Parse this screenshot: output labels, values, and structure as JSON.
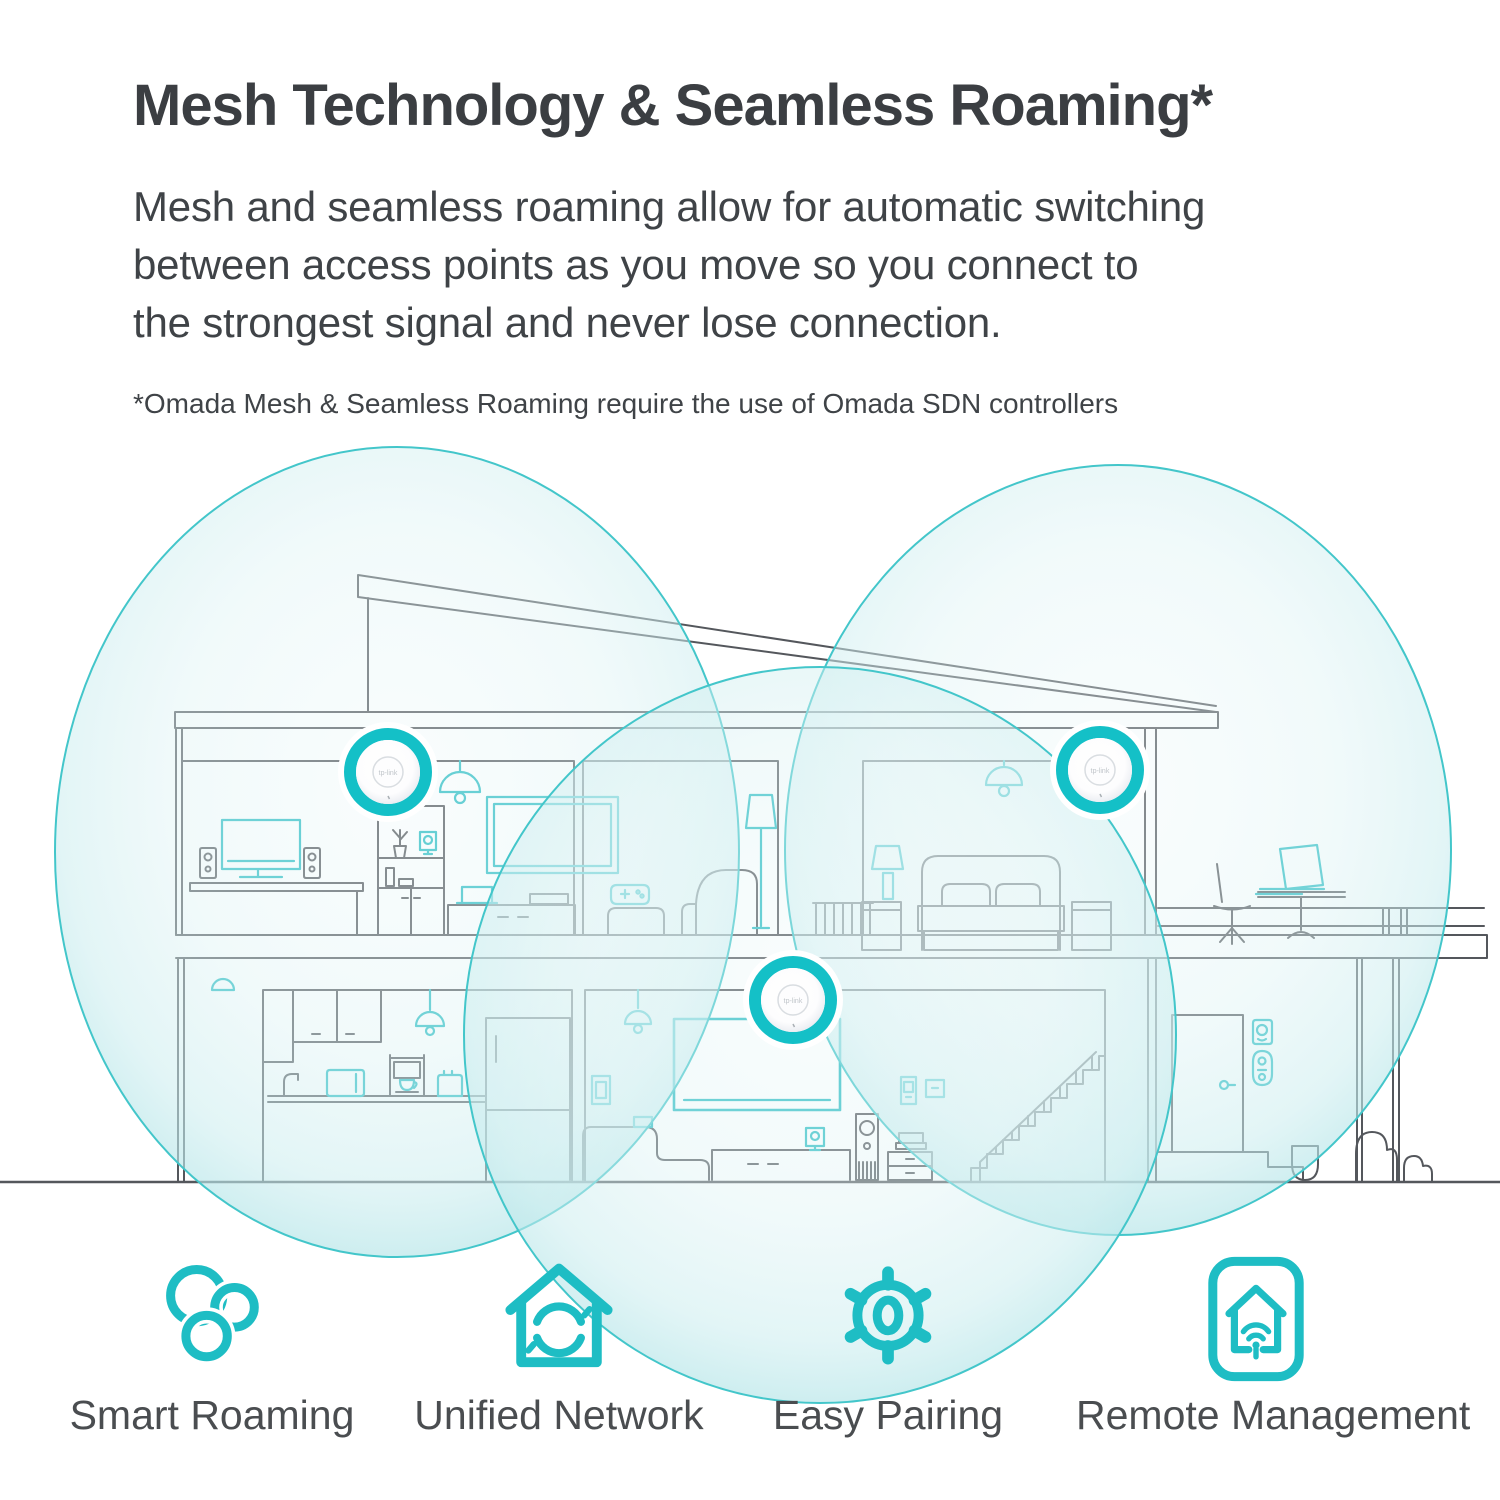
{
  "header": {
    "title": "Mesh Technology & Seamless Roaming*",
    "body": "Mesh and seamless roaming allow for automatic switching\nbetween access points as you move so you connect to\nthe strongest signal and never lose connection.",
    "footnote": "*Omada Mesh & Seamless Roaming require the use of Omada SDN controllers"
  },
  "illustration": {
    "access_points": 3,
    "coverage_circles": 3,
    "ap_logo": "tp-link"
  },
  "features": [
    {
      "label": "Smart Roaming",
      "icon": "smart-roaming-icon"
    },
    {
      "label": "Unified Network",
      "icon": "unified-network-icon"
    },
    {
      "label": "Easy Pairing",
      "icon": "easy-pairing-icon"
    },
    {
      "label": "Remote Management",
      "icon": "remote-management-icon"
    }
  ],
  "colors": {
    "accent_teal": "#1ebdc4",
    "line_dark": "#54575c",
    "coverage_stroke": "#43c6ca",
    "title_text": "#3b3e42",
    "body_text": "#3f4347",
    "label_text": "#4a4d50"
  }
}
